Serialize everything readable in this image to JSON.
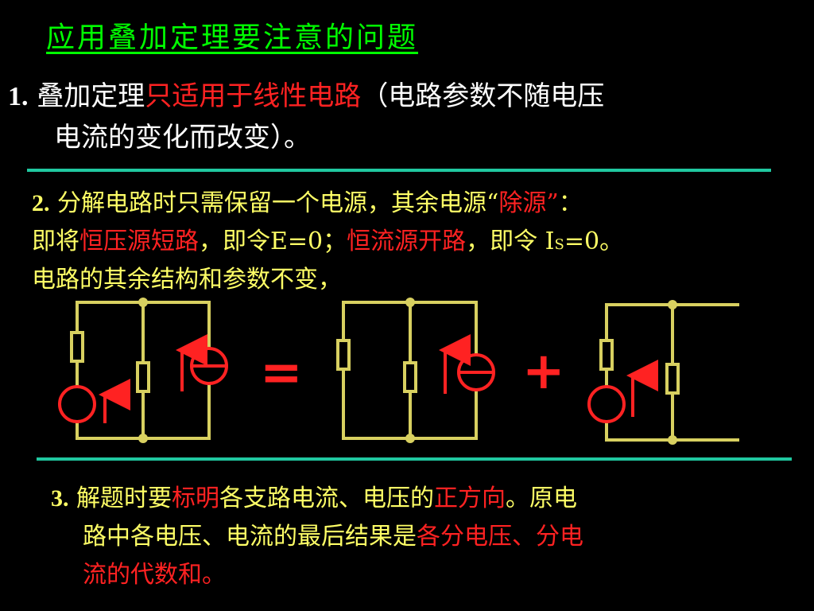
{
  "title": "应用叠加定理要注意的问题",
  "colors": {
    "bg": "#000000",
    "title": "#00ff00",
    "text": "#ffffff",
    "yellow": "#ffff66",
    "red": "#ff2222",
    "circuit": "#d8d060",
    "rule": "#20c8a0"
  },
  "item1": {
    "num": "1.",
    "line1_a": "叠加定理",
    "line1_b": "只适用于线性电路",
    "line1_c": "（电路参数不随电压",
    "line2": "电流的变化而改变）。"
  },
  "item2": {
    "num": "2.",
    "line1_a": "分解电路时只需保留一个电源，其余电源“",
    "line1_b": "除源”",
    "line1_c": "：",
    "line2_a": "即将",
    "line2_b": "恒压源短路",
    "line2_c": "，即令E=0；",
    "line2_d": "恒流源开路",
    "line2_e": "，即令 I",
    "line2_sub": "S",
    "line2_f": "=0。",
    "line3": "电路的其余结构和参数不变，"
  },
  "diagram": {
    "equals": "=",
    "plus": "+"
  },
  "item3": {
    "num": "3.",
    "line1_a": "解题时要",
    "line1_b": "标明",
    "line1_c": "各支路电流、电压的",
    "line1_d": "正方向",
    "line1_e": "。原电",
    "line2_a": "路中各电压、电流的最后结果是",
    "line2_b": "各分电压、分电",
    "line3": "流的代数和。"
  }
}
